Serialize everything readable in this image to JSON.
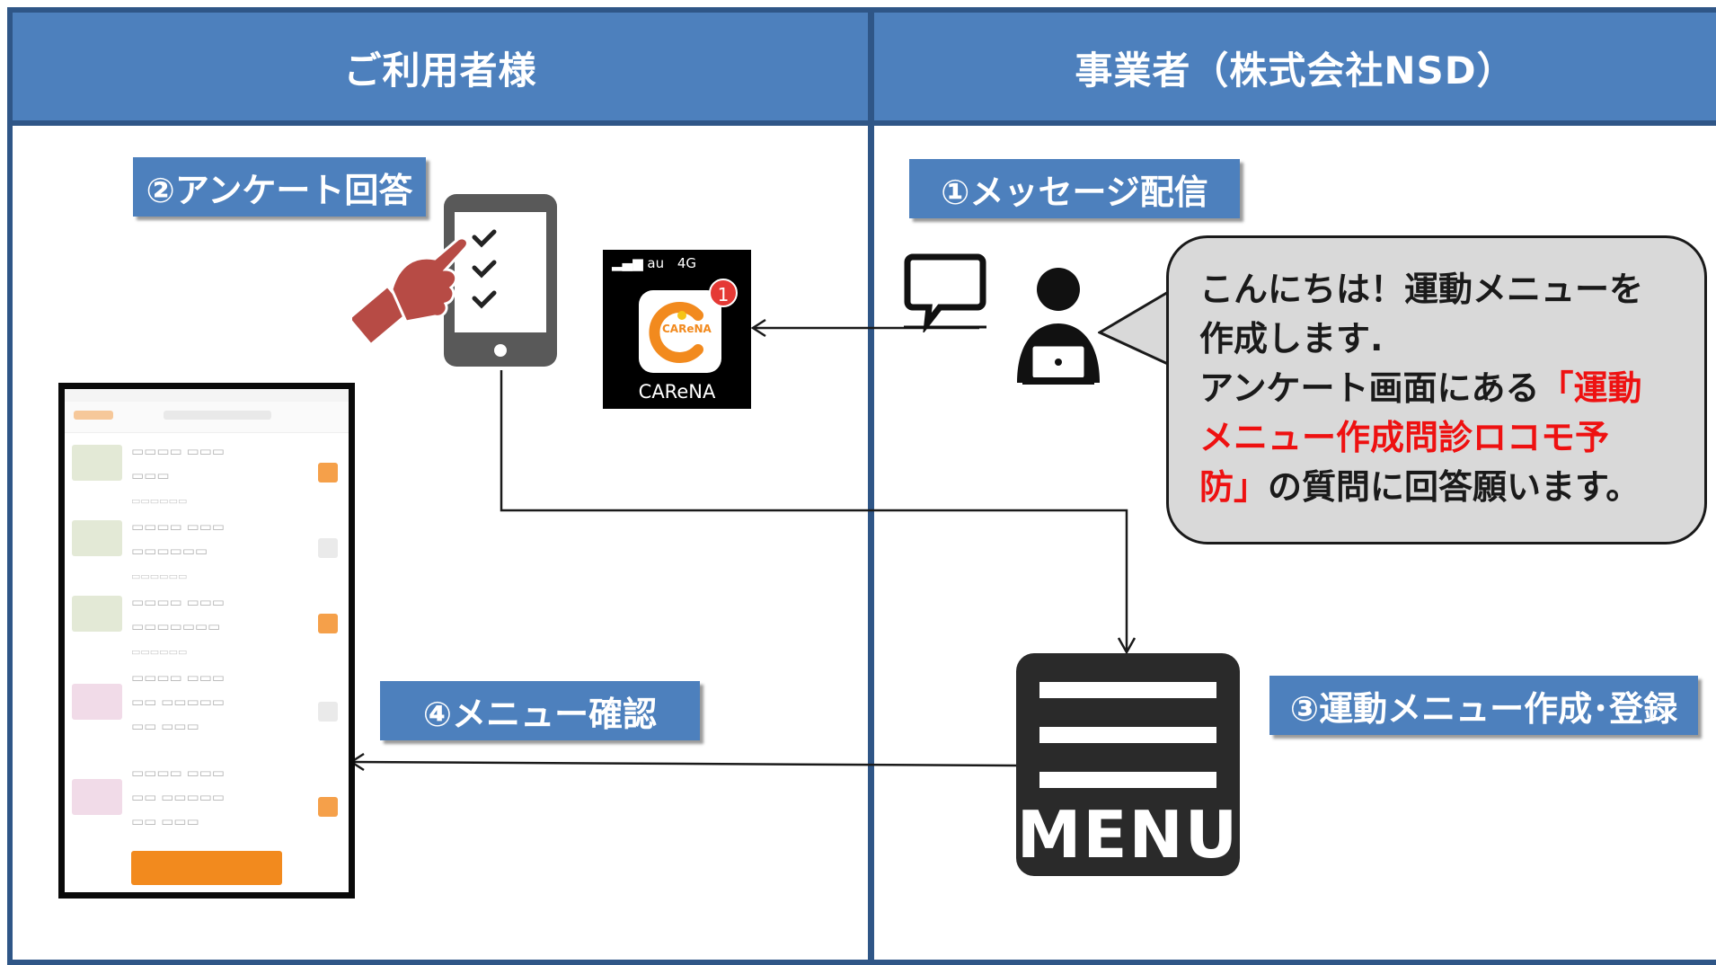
{
  "columns": {
    "left_title": "ご利用者様",
    "right_title": "事業者（株式会社NSD）"
  },
  "steps": {
    "step1": "①メッセージ配信",
    "step2": "②アンケート回答",
    "step3": "③運動メニュー作成･登録",
    "step4": "④メニュー確認"
  },
  "bubble": {
    "line1": "こんにちは！運動メニューを",
    "line2": "作成します.",
    "line3a": " アンケート画面にある",
    "line3b": "「運動",
    "line4": "メニュー作成問診ロコモ予",
    "line5a": "防」",
    "line5b": "の質問に回答願います。"
  },
  "app_icon": {
    "status_carrier": "au",
    "status_network": "4G",
    "badge_count": "1",
    "logo_text": "CAReNA",
    "app_name": "CAReNA"
  },
  "menu_icon": {
    "label": "MENU"
  },
  "colors": {
    "header_blue": "#4d80bd",
    "border_navy": "#2f5687",
    "highlight_red": "#ee1111",
    "bubble_gray": "#d9d9d9",
    "accent_orange": "#f28a1e",
    "hand_red": "#b74b45"
  },
  "icons": [
    "tablet-checklist-icon",
    "hand-icon",
    "chat-icon",
    "person-laptop-icon",
    "menu-icon"
  ]
}
